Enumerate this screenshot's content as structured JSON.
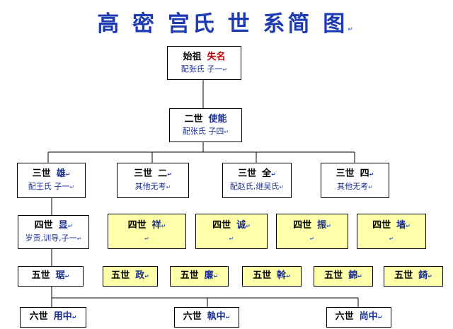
{
  "title": "高 密 宫氏 世 系简 图",
  "title_mark": "↵",
  "para_mark": "↵",
  "nodes": {
    "founder": {
      "gen": "始祖",
      "name": "失名",
      "note": "配张氏  子一"
    },
    "g2": {
      "gen": "二世",
      "name": "使能",
      "note": "配张氏  子四"
    },
    "g3_1": {
      "gen": "三世",
      "name": "雄",
      "note": "配王氏  子一"
    },
    "g3_2": {
      "gen": "三世",
      "name": "二",
      "note": "其他无考"
    },
    "g3_3": {
      "gen": "三世",
      "name": "全",
      "note": "配赵氏,继吴氏"
    },
    "g3_4": {
      "gen": "三世",
      "name": "四",
      "note": "其他无考"
    },
    "g4_1": {
      "gen": "四世",
      "name": "显",
      "note": "岁贡,训导,子一"
    },
    "g4_2": {
      "gen": "四世",
      "name": "祥",
      "note": ""
    },
    "g4_3": {
      "gen": "四世",
      "name": "诚",
      "note": ""
    },
    "g4_4": {
      "gen": "四世",
      "name": "振",
      "note": ""
    },
    "g4_5": {
      "gen": "四世",
      "name": "墙",
      "note": ""
    },
    "g5_1": {
      "gen": "五世",
      "name": "琚",
      "note": ""
    },
    "g5_2": {
      "gen": "五世",
      "name": "政",
      "note": ""
    },
    "g5_3": {
      "gen": "五世",
      "name": "廉",
      "note": ""
    },
    "g5_4": {
      "gen": "五世",
      "name": "斡",
      "note": ""
    },
    "g5_5": {
      "gen": "五世",
      "name": "錦",
      "note": ""
    },
    "g5_6": {
      "gen": "五世",
      "name": "錡",
      "note": ""
    },
    "g6_1": {
      "gen": "六世",
      "name": "用中",
      "note": ""
    },
    "g6_2": {
      "gen": "六世",
      "name": "執中",
      "note": ""
    },
    "g6_3": {
      "gen": "六世",
      "name": "尚中",
      "note": ""
    }
  },
  "colors": {
    "title": "#1f3bb3",
    "name": "#1a2f8f",
    "founder_name": "#c00000",
    "highlight_box": "#ffffaa"
  }
}
